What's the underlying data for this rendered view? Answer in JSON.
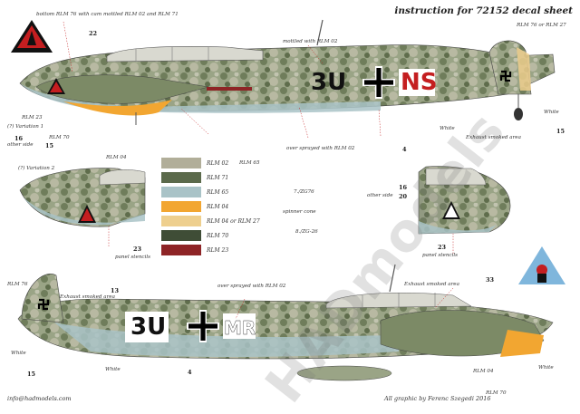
{
  "header": {
    "title": "instruction for 72152 decal sheet"
  },
  "footer": {
    "email": "info@hadmodels.com",
    "credit": "All graphic by Ferenc Szegedi 2016"
  },
  "watermark": "HADmodels",
  "aircraft1": {
    "code_left": "3U",
    "code_right": "NS",
    "labels": {
      "bottom": "bottom RLM 76 with cam mottled RLM 02 and RLM 71",
      "mottled": "mottled with RLM 02",
      "rudder": "RLM 76 or RLM 27",
      "variation1": "(?) Variation 1",
      "other_side": "other side",
      "rlm23": "RLM 23",
      "rlm70": "RLM 70",
      "rlm04": "RLM 04",
      "rlm65": "RLM 65",
      "overspray": "over sprayed with RLM 02",
      "white1": "White",
      "white2": "White",
      "exhaust": "Exhaust smoked area"
    },
    "nums": {
      "n22": "22",
      "n16": "16",
      "n15a": "15",
      "n4": "4",
      "n15b": "15"
    }
  },
  "detail_left": {
    "variation2": "(?) Variation 2",
    "panel": "panel stencils",
    "n23": "23"
  },
  "detail_right": {
    "other_side": "other side",
    "n16": "16",
    "n20": "20",
    "n23": "23",
    "panel": "panel stencils"
  },
  "legend": {
    "swatches": [
      {
        "name": "RLM 02",
        "color": "#b1ae99"
      },
      {
        "name": "RLM 71",
        "color": "#5b6a4b"
      },
      {
        "name": "RLM 65",
        "color": "#a9c3c7"
      },
      {
        "name": "RLM 04",
        "color": "#f2a631"
      },
      {
        "name": "RLM 04 or RLM 27",
        "color": "#eecf8e"
      },
      {
        "name": "RLM 70",
        "color": "#3f4d36"
      },
      {
        "name": "RLM 23",
        "color": "#8e2426"
      }
    ],
    "units": [
      "7./ZG76",
      "spinner cone",
      "8./ZG-26"
    ]
  },
  "aircraft2": {
    "code_left": "3U",
    "code_right": "MR",
    "labels": {
      "rlm76": "RLM 76",
      "exhaust1": "Exhaust smoked area",
      "overspray": "over sprayed with RLM 02",
      "exhaust2": "Exhaust smoked area",
      "white1": "White",
      "white2": "White",
      "white3": "White",
      "rlm04": "RLM 04",
      "rlm70": "RLM 70"
    },
    "nums": {
      "n13": "13",
      "n15": "15",
      "n4": "4",
      "n33": "33"
    }
  }
}
